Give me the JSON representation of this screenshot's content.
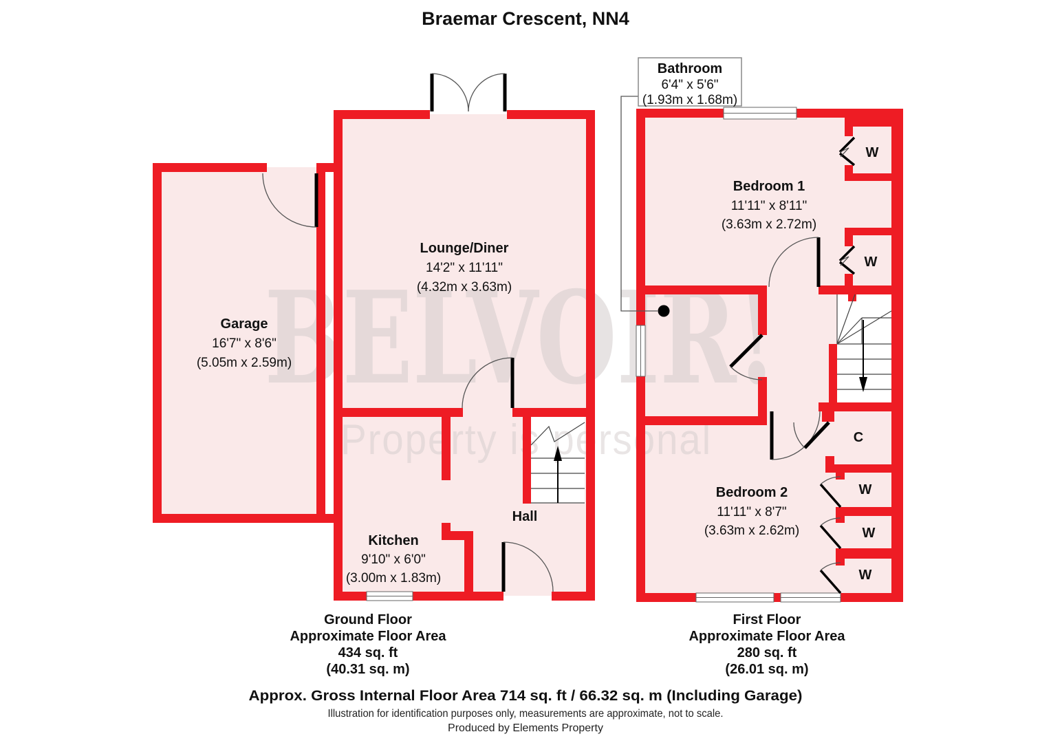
{
  "title": "Braemar Crescent, NN4",
  "watermark": {
    "brand": "BELVOIR!",
    "tagline": "Property is personal"
  },
  "ground_floor": {
    "rooms": {
      "garage": {
        "name": "Garage",
        "dims_imperial": "16'7\" x 8'6\"",
        "dims_metric": "(5.05m x 2.59m)"
      },
      "lounge_diner": {
        "name": "Lounge/Diner",
        "dims_imperial": "14'2\" x 11'11\"",
        "dims_metric": "(4.32m x 3.63m)"
      },
      "kitchen": {
        "name": "Kitchen",
        "dims_imperial": "9'10\" x 6'0\"",
        "dims_metric": "(3.00m x 1.83m)"
      },
      "hall": {
        "name": "Hall"
      }
    },
    "summary": {
      "floor": "Ground Floor",
      "area_label": "Approximate Floor Area",
      "area_imperial": "434 sq. ft",
      "area_metric": "(40.31 sq. m)"
    }
  },
  "first_floor": {
    "rooms": {
      "bathroom": {
        "name": "Bathroom",
        "dims_imperial": "6'4\" x 5'6\"",
        "dims_metric": "(1.93m x 1.68m)"
      },
      "bedroom1": {
        "name": "Bedroom 1",
        "dims_imperial": "11'11\" x 8'11\"",
        "dims_metric": "(3.63m x 2.72m)"
      },
      "bedroom2": {
        "name": "Bedroom 2",
        "dims_imperial": "11'11\" x 8'7\"",
        "dims_metric": "(3.63m x 2.62m)"
      },
      "cupboard": {
        "abbr": "C"
      },
      "wardrobe": {
        "abbr": "W"
      }
    },
    "summary": {
      "floor": "First Floor",
      "area_label": "Approximate Floor Area",
      "area_imperial": "280 sq. ft",
      "area_metric": "(26.01 sq. m)"
    }
  },
  "footer": {
    "gross_area": "Approx. Gross Internal Floor Area 714 sq. ft / 66.32 sq. m (Including Garage)",
    "disclaimer": "Illustration for identification purposes only, measurements are approximate, not to scale.",
    "producer": "Produced by Elements Property"
  },
  "colors": {
    "wall_red": "#ee1c24",
    "room_fill": "#fae9e9",
    "stairs_fill": "#ffffff",
    "watermark_gray": "#d4cdcd"
  }
}
